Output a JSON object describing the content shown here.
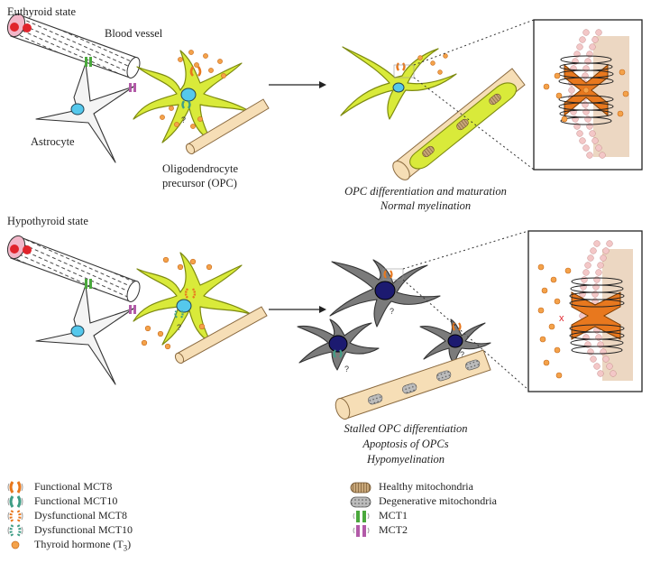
{
  "panels": {
    "euthyroid": {
      "title": "Euthyroid state",
      "blood_vessel": "Blood vessel",
      "astrocyte": "Astrocyte",
      "opc_line1": "Oligodendrocyte",
      "opc_line2": "precursor (OPC)",
      "outcome_line1": "OPC differentiation and maturation",
      "outcome_line2": "Normal myelination"
    },
    "hypothyroid": {
      "title": "Hypothyroid state",
      "outcome_line1": "Stalled OPC differentiation",
      "outcome_line2": "Apoptosis of OPCs",
      "outcome_line3": "Hypomyelination"
    }
  },
  "legend": {
    "left": [
      {
        "label": "Functional MCT8",
        "icon": "functional-mct8-icon"
      },
      {
        "label": "Functional MCT10",
        "icon": "functional-mct10-icon"
      },
      {
        "label": "Dysfunctional MCT8",
        "icon": "dysfunctional-mct8-icon"
      },
      {
        "label": "Dysfunctional MCT10",
        "icon": "dysfunctional-mct10-icon"
      },
      {
        "label_main": "Thyroid hormone (T",
        "label_sub": "3",
        "label_end": ")",
        "icon": "thyroid-hormone-icon"
      }
    ],
    "right": [
      {
        "label": "Healthy mitochondria",
        "icon": "healthy-mitochondria-icon"
      },
      {
        "label": "Degenerative mitochondria",
        "icon": "degenerative-mitochondria-icon"
      },
      {
        "label": "MCT1",
        "icon": "mct1-icon"
      },
      {
        "label": "MCT2",
        "icon": "mct2-icon"
      }
    ]
  },
  "colors": {
    "opc_green": "#d9ea3a",
    "opc_outline": "#7d8a10",
    "axon": "#f6deb6",
    "axon_outline": "#8a6a40",
    "nucleus": "#55c8ec",
    "hormone": "#f4a24a",
    "mct8": "#e8781e",
    "mct10": "#3f9e86",
    "mct1": "#4aa83c",
    "mct2": "#b25aa8",
    "dead_cell": "#7b7b7b",
    "dead_nucleus": "#1c1a70",
    "membrane": "#f3c7c7",
    "membrane_tan": "#ecd7c2"
  },
  "question_mark": "?",
  "cross_mark": "x"
}
